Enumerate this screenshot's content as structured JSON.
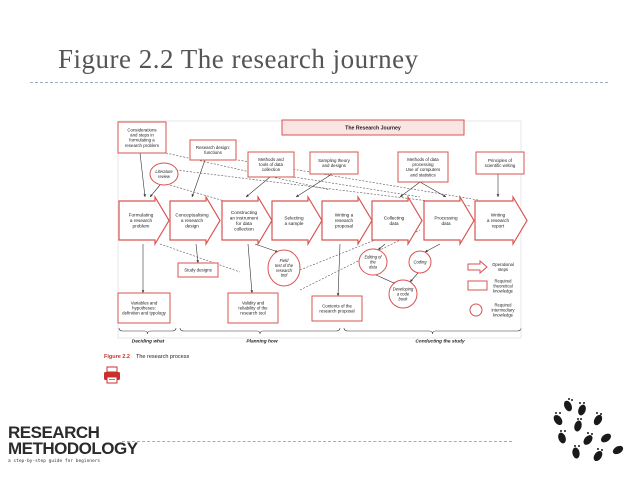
{
  "slide": {
    "title": "Figure 2.2 The research journey"
  },
  "diagram": {
    "header": "The Research Journey",
    "steps": [
      "Formulating|a research|problem",
      "Conceptualising|a research|design",
      "Constructing|an instrument|for data|collection",
      "Selecting|a sample",
      "Writing a|research|proposal",
      "Collecting|data",
      "Processing|data",
      "Writing|a research|report"
    ],
    "top_boxes": [
      "Considerations|and steps in|formulating a|research problem",
      "Research design:|functions",
      "Methods and|tools of data|collection",
      "Sampling theory|and designs",
      "Methods of data|processing|Use of computers|and statistics",
      "Principles of|scientific writing"
    ],
    "bottom_boxes": [
      "Variables and|hypotheses:|definition and typology",
      "Study designs",
      "Validity and|reliability of the|research tool",
      "Contents of the|research proposal"
    ],
    "circles": [
      "Literature|review",
      "Field|test of the|research|tool",
      "Editing of|the|data",
      "Coding",
      "Developing|a code|book"
    ],
    "legend": [
      "Operational|steps",
      "Required|theoretical|knowledge",
      "Required|intermediary|knowledge"
    ],
    "phases": [
      "Deciding what",
      "Planning how",
      "Conducting the study"
    ],
    "caption_label": "Figure 2.2",
    "caption_text": "The research process",
    "colors": {
      "stroke": "#d9534f",
      "fill": "#ffffff",
      "header_fill": "#fbe4e4",
      "text": "#222222"
    }
  },
  "logo": {
    "line1": "RESEARCH",
    "line2": "METHODOLOGY",
    "tagline": "a step-by-step guide for beginners"
  },
  "icons": {
    "print": "print-icon",
    "decoration": "footprints-icon"
  }
}
